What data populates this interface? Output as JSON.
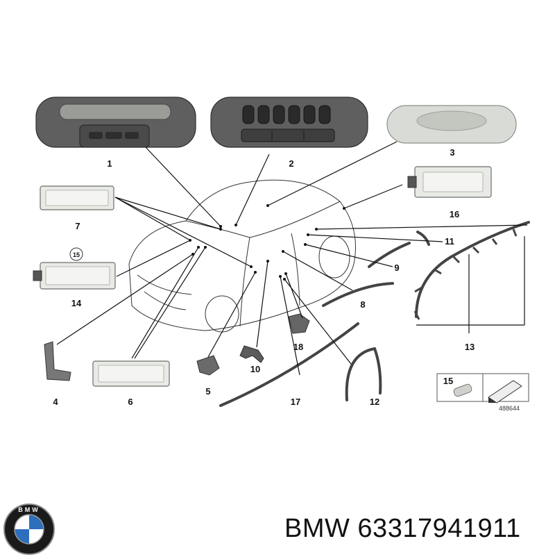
{
  "diagram": {
    "callouts": {
      "c1": "1",
      "c2": "2",
      "c3": "3",
      "c4": "4",
      "c5": "5",
      "c6": "6",
      "c7": "7",
      "c8": "8",
      "c9": "9",
      "c10": "10",
      "c11": "11",
      "c12": "12",
      "c13": "13",
      "c14": "14",
      "c15_small": "15",
      "c16": "16",
      "c17": "17",
      "c18": "18"
    },
    "inset": {
      "part_label": "15",
      "reference_number": "488644"
    }
  },
  "brand": {
    "logo_text": "BMW",
    "caption": "BMW 63317941911"
  },
  "colors": {
    "line": "#111111",
    "part_dark": "#5f5f5f",
    "part_light": "#d9dcd6"
  }
}
